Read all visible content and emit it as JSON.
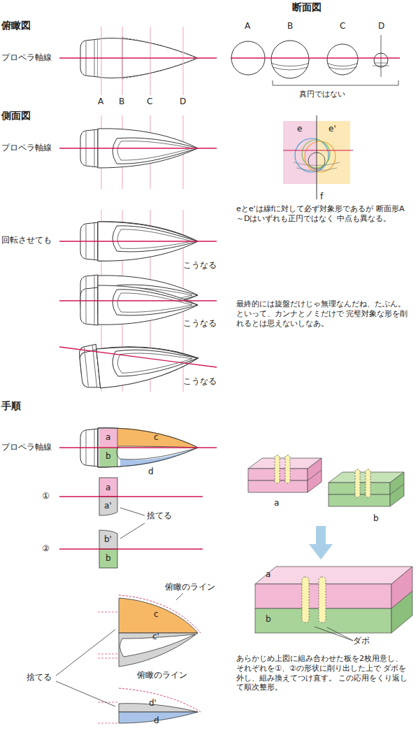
{
  "diagram": {
    "labels": [
      "断面図",
      "A",
      "B",
      "C",
      "D",
      "俯瞰図",
      "プロペラ軸線",
      "A",
      "B",
      "C",
      "D",
      "真円ではない",
      "側面図",
      "プロペラ軸線",
      "e",
      "e'",
      "f",
      "eとe'は線fに対して必ず対象形であるが 断面形A～Dはいずれも正円ではなく 中点も異なる。",
      "回転させても",
      "こうなる",
      "最終的には旋盤だけじゃ無理なんだね、たぶん。 といって、カンナとノミだけで 完璧対象な形を削れるとは思えないしなあ。",
      "こうなる",
      "こうなる",
      "手順",
      "プロペラ軸線",
      "a",
      "c",
      "b",
      "d",
      "①",
      "a",
      "a'",
      "捨てる",
      "②",
      "b'",
      "b",
      "a",
      "b",
      "a",
      "b",
      "俯瞰のライン",
      "c",
      "c'",
      "ダボ",
      "あらかじめ上図に組み合わせた板を2枚用意し、 それぞれを①、②の形状に削り出した上で ダボを外し、組み換えてつけ直す。 この応用をくり返して順次整形。",
      "捨てる",
      "俯瞰のライン",
      "d'",
      "d"
    ]
  }
}
